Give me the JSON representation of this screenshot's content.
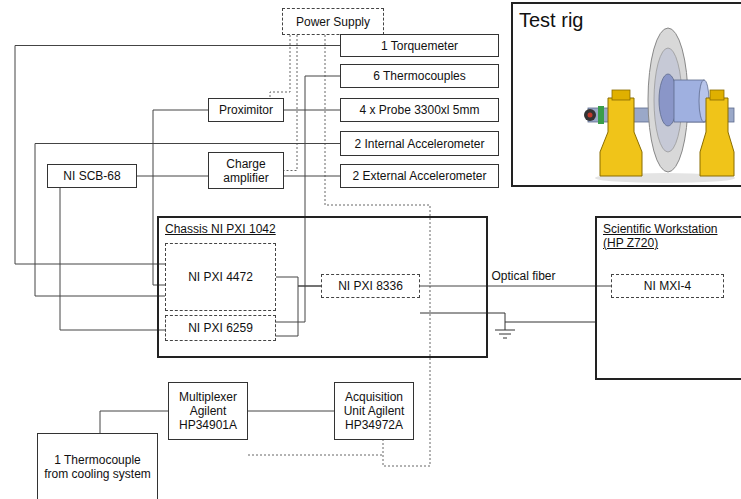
{
  "diagram": {
    "nodes": [
      {
        "text": [
          "Power Supply"
        ]
      },
      {
        "text": [
          "1 Torquemeter"
        ]
      },
      {
        "text": [
          "6 Thermocouples"
        ]
      },
      {
        "text": [
          "Proximitor"
        ]
      },
      {
        "text": [
          "4 x Probe 3300xl 5mm"
        ]
      },
      {
        "text": [
          "2 Internal Accelerometer"
        ]
      },
      {
        "text": [
          "NI SCB-68"
        ]
      },
      {
        "text": [
          "Charge amplifier"
        ]
      },
      {
        "text": [
          "2 External Accelerometer"
        ]
      },
      {
        "text": [
          "Test rig"
        ]
      },
      {
        "text": [
          "Chassis NI PXI 1042"
        ]
      },
      {
        "text": [
          "NI PXI 4472"
        ],
        "in": 10
      },
      {
        "text": [
          "NI PXI 8336"
        ],
        "in": 10
      },
      {
        "text": [
          "NI PXI 6259"
        ],
        "in": 10
      },
      {
        "text": [
          "Scientific Workstation (HP Z720)"
        ]
      },
      {
        "text": [
          "NI MXI-4"
        ],
        "in": 14
      },
      {
        "text": [
          "Multiplexer Agilent HP34901A"
        ]
      },
      {
        "text": [
          "Acquisition Unit Agilent HP34972A"
        ]
      },
      {
        "text": [
          "1 Thermocouple from cooling system"
        ]
      }
    ],
    "edges": [
      {
        "from": 0,
        "to": 3,
        "arrow": "none"
      },
      {
        "from": 0,
        "to": 7,
        "arrow": "none"
      },
      {
        "from": 0,
        "to": 17,
        "arrow": "none"
      },
      {
        "from": 1,
        "to": 11,
        "arrow": "none"
      },
      {
        "from": 2,
        "to": 13,
        "arrow": "none"
      },
      {
        "from": 4,
        "to": 3,
        "arrow": "none"
      },
      {
        "from": 3,
        "to": 11,
        "arrow": "none"
      },
      {
        "from": 5,
        "to": 11,
        "arrow": "none"
      },
      {
        "from": 8,
        "to": 7,
        "arrow": "none"
      },
      {
        "from": 7,
        "to": 6,
        "arrow": "none"
      },
      {
        "from": 6,
        "to": 13,
        "arrow": "none"
      },
      {
        "from": 11,
        "to": 12,
        "arrow": "none"
      },
      {
        "from": 13,
        "to": 12,
        "arrow": "none"
      },
      {
        "from": 12,
        "to": 15,
        "label": "Optical fiber",
        "arrow": "none"
      },
      {
        "from": 18,
        "to": 16,
        "arrow": "none"
      },
      {
        "from": 16,
        "to": 17,
        "arrow": "none"
      }
    ]
  }
}
